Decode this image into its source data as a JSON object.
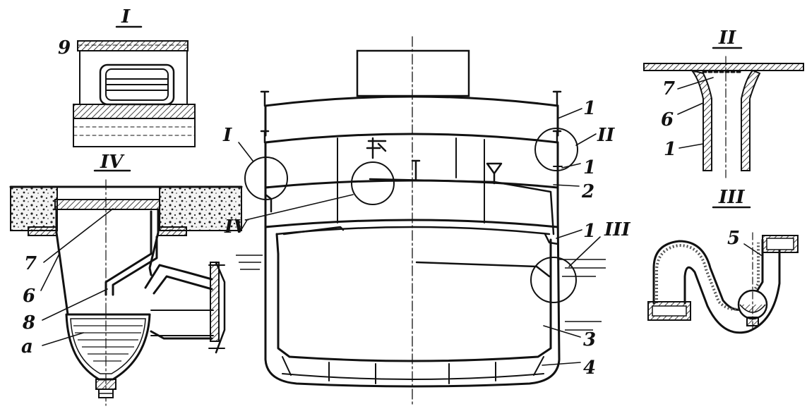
{
  "figure": {
    "detail_titles": {
      "I": "I",
      "II": "II",
      "III": "III",
      "IV": "IV"
    },
    "hull_callouts": {
      "I": "I",
      "II": "II",
      "III": "III",
      "IV": "IV"
    },
    "hull_numbers": [
      "1",
      "1",
      "1",
      "2",
      "3",
      "4"
    ],
    "detail_I_numbers": [
      "9"
    ],
    "detail_II_numbers": [
      "7",
      "6",
      "1"
    ],
    "detail_III_numbers": [
      "5"
    ],
    "detail_IV_numbers": [
      "7",
      "6",
      "8",
      "a"
    ]
  }
}
